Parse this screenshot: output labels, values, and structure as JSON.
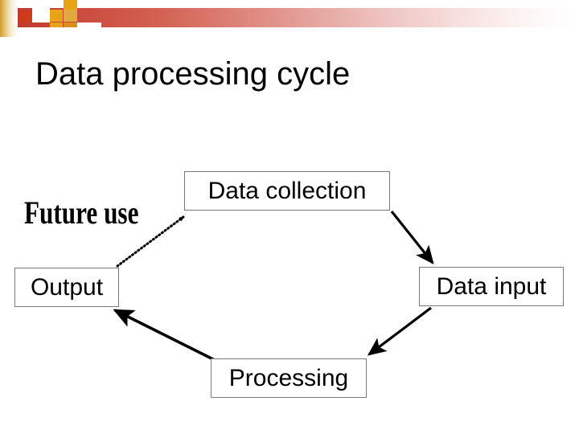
{
  "slide": {
    "title": "Data processing cycle",
    "background_color": "#ffffff"
  },
  "decoration": {
    "band_gradient_start": "#c0392b",
    "band_gradient_end": "#ffffff",
    "square_colors": [
      "#cf3b1a",
      "#e8a317",
      "#d98f1a",
      "#d39b2a"
    ]
  },
  "diagram": {
    "type": "cycle-flowchart",
    "nodes": [
      {
        "id": "collection",
        "label": "Data collection"
      },
      {
        "id": "input",
        "label": "Data input"
      },
      {
        "id": "processing",
        "label": "Processing"
      },
      {
        "id": "output",
        "label": "Output"
      }
    ],
    "annotations": [
      {
        "id": "future-use",
        "label": "Future use"
      }
    ],
    "edges": [
      {
        "from": "collection",
        "to": "input",
        "style": "solid"
      },
      {
        "from": "input",
        "to": "processing",
        "style": "solid"
      },
      {
        "from": "processing",
        "to": "output",
        "style": "solid"
      },
      {
        "from": "output",
        "to": "collection",
        "style": "dotted"
      }
    ],
    "stroke_color": "#000000",
    "node_border_color": "#7a7a7a"
  }
}
